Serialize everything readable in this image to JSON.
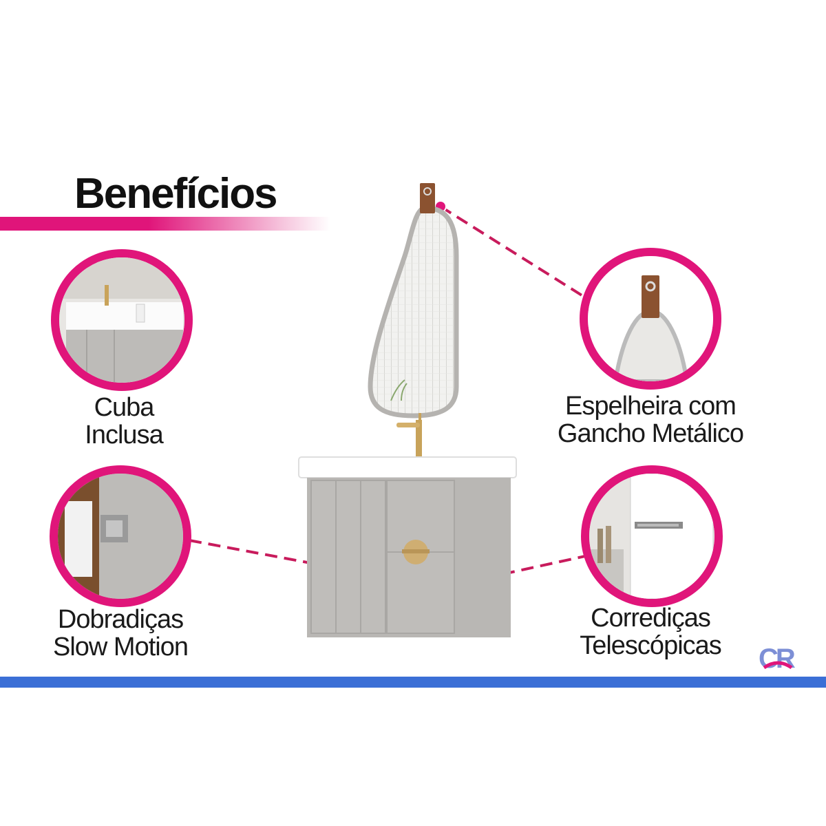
{
  "header": {
    "title": "Benefícios"
  },
  "features": {
    "cuba": {
      "line1": "Cuba",
      "line2": "Inclusa"
    },
    "espelheira": {
      "line1": "Espelheira com",
      "line2": "Gancho Metálico"
    },
    "dobradicas": {
      "line1": "Dobradiças",
      "line2": "Slow Motion"
    },
    "corredicas": {
      "line1": "Corrediças",
      "line2": "Telescópicas"
    }
  },
  "brand": {
    "logo_text": "CR"
  },
  "colors": {
    "accent": "#e0157a",
    "bottom_bar": "#3b6fd6",
    "cabinet": "#bdbbb8"
  }
}
